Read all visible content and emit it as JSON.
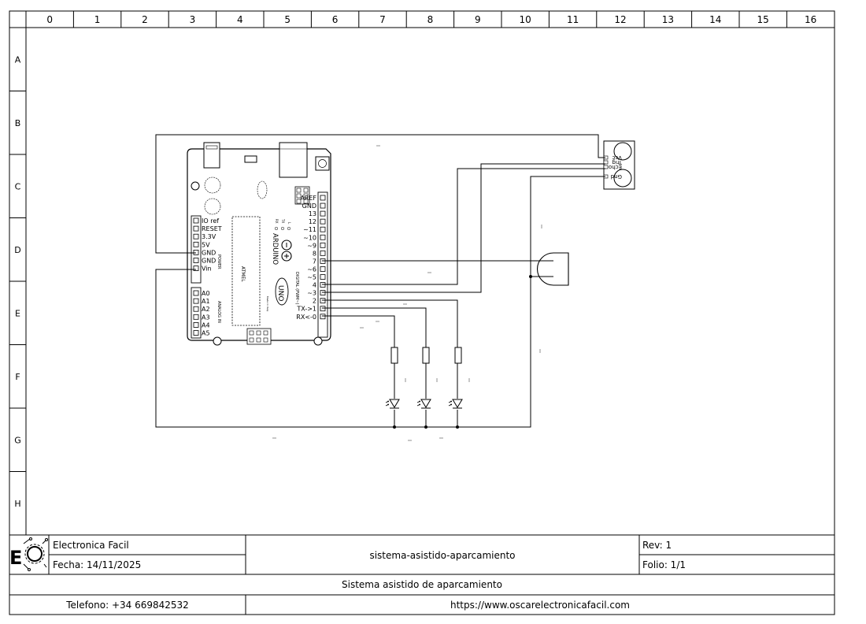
{
  "grid": {
    "columns": [
      "0",
      "1",
      "2",
      "3",
      "4",
      "5",
      "6",
      "7",
      "8",
      "9",
      "10",
      "11",
      "12",
      "13",
      "14",
      "15",
      "16"
    ],
    "rows": [
      "A",
      "B",
      "C",
      "D",
      "E",
      "F",
      "G",
      "H"
    ]
  },
  "arduino": {
    "power_header": [
      "IO ref",
      "RESET",
      "3.3V",
      "5V",
      "GND",
      "GND",
      "Vin"
    ],
    "analog_header": [
      "A0",
      "A1",
      "A2",
      "A3",
      "A4",
      "A5"
    ],
    "digital_header": [
      "AREF",
      "GND",
      "13",
      "12",
      "~11",
      "~10",
      "~9",
      "8",
      "7",
      "~6",
      "~5",
      "4",
      "~3",
      "2",
      "TX->1",
      "RX<-0"
    ],
    "power_label": "POWER",
    "analog_label": "ANALOG IN",
    "brand": "ARDUINO",
    "model": "UNO",
    "digital_label": "DIGITAL (PWM~)",
    "chip": "ATMEL",
    "leds": [
      "L",
      "TX",
      "RX"
    ],
    "made_in": "Made in Italy"
  },
  "sensor": {
    "pins": [
      "Vcc",
      "Trig",
      "Echo",
      "Gnd"
    ]
  },
  "title_block": {
    "logo": "EO",
    "company": "Electronica Facil",
    "date": "Fecha: 14/11/2025",
    "project": "sistema-asistido-aparcamiento",
    "revision": "Rev: 1",
    "folio": "Folio: 1/1",
    "description": "Sistema asistido de aparcamiento",
    "phone": "Telefono: +34 669842532",
    "website": "https://www.oscarelectronicafacil.com"
  },
  "colors": {
    "line": "#000000",
    "grid": "#000000",
    "component_fill": "#ffffff",
    "muted": "#888888"
  }
}
